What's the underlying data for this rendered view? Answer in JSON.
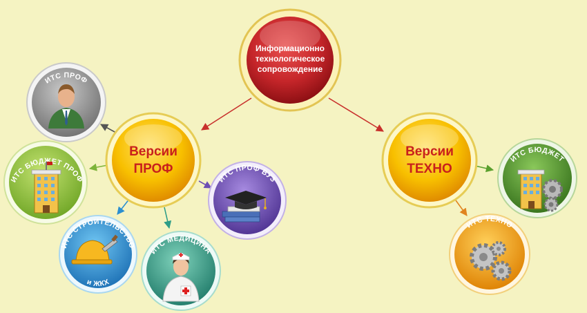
{
  "center": {
    "lines": [
      "Информационно",
      "технологическое",
      "сопровождение"
    ]
  },
  "hubs": {
    "prof": {
      "lines": [
        "Версии",
        "ПРОФ"
      ]
    },
    "techno": {
      "lines": [
        "Версии",
        "ТЕХНО"
      ]
    }
  },
  "products": {
    "its_prof": "ИТС ПРОФ",
    "its_budget_prof": "ИТС БЮДЖЕТ ПРОФ",
    "its_stroitelstvo": "ИТС СТРОИТЕЛЬСТВО",
    "its_stroitelstvo_sub": "и ЖКХ",
    "its_medicina": "ИТС МЕДИЦИНА",
    "its_prof_vuz": "ИТС ПРОФ ВУЗ",
    "its_budget": "ИТС БЮДЖЕТ",
    "its_techno": "ИТС ТЕХНО"
  },
  "icons": {
    "its_prof": "businessman-icon",
    "its_budget_prof": "building-icon",
    "its_stroitelstvo": "hardhat-trowel-icon",
    "its_medicina": "nurse-icon",
    "its_prof_vuz": "graduation-cap-icon",
    "its_budget": "building-gears-icon",
    "its_techno": "gears-icon"
  },
  "colors": {
    "background": "#f5f3c2",
    "center_circle": "#c6262a",
    "hub_circle": "#f6b400",
    "hub_text": "#c8201c",
    "its_prof": "#8a8a8a",
    "its_budget_prof": "#8dbf35",
    "its_stroitelstvo": "#2b95d6",
    "its_medicina": "#2e9d87",
    "its_prof_vuz": "#6d4fb3",
    "its_budget": "#4f8d2b",
    "its_techno": "#f09a12"
  }
}
